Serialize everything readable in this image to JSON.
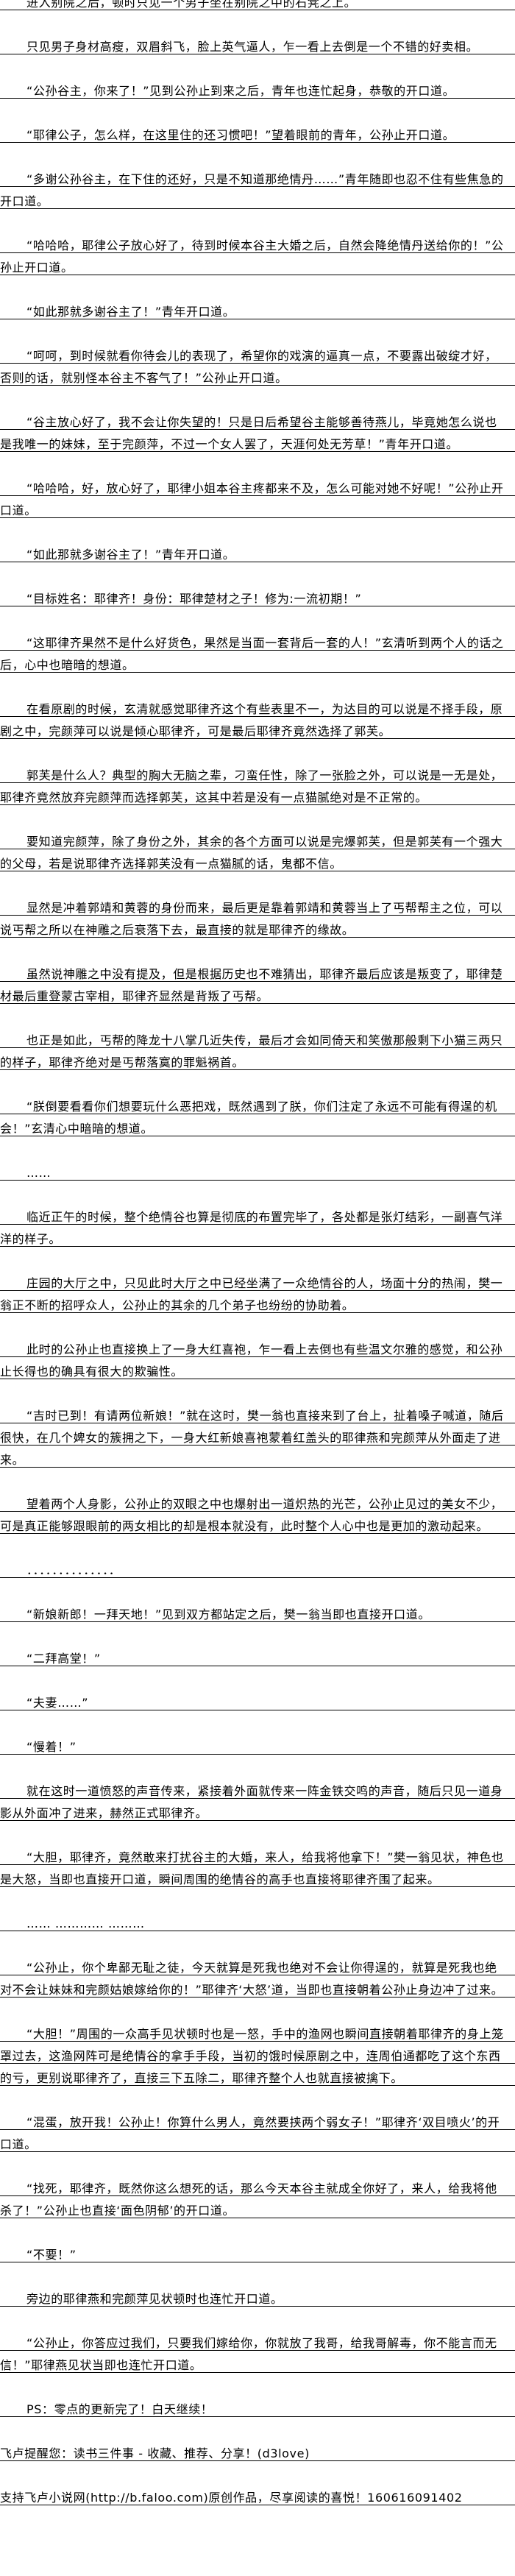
{
  "document": {
    "paragraphs": [
      {
        "text": "进入别院之后，顿时只见一个男子坐在别院之中的石凳之上。",
        "indent": true
      },
      {
        "text": "只见男子身材高瘦，双眉斜飞，脸上英气逼人，乍一看上去倒是一个不错的好卖相。",
        "indent": true
      },
      {
        "text": "“公孙谷主，你来了！”见到公孙止到来之后，青年也连忙起身，恭敬的开口道。",
        "indent": true
      },
      {
        "text": "“耶律公子，怎么样，在这里住的还习惯吧！”望着眼前的青年，公孙止开口道。",
        "indent": true
      },
      {
        "text": "“多谢公孙谷主，在下住的还好，只是不知道那绝情丹……”青年随即也忍不住有些焦急的开口道。",
        "indent": true
      },
      {
        "text": "“哈哈哈，耶律公子放心好了，待到时候本谷主大婚之后，自然会降绝情丹送给你的！”公孙止开口道。",
        "indent": true
      },
      {
        "text": "“如此那就多谢谷主了！”青年开口道。",
        "indent": true
      },
      {
        "text": "“呵呵，到时候就看你待会儿的表现了，希望你的戏演的逼真一点，不要露出破绽才好，否则的话，就别怪本谷主不客气了！”公孙止开口道。",
        "indent": true
      },
      {
        "text": "“谷主放心好了，我不会让你失望的！只是日后希望谷主能够善待燕儿，毕竟她怎么说也是我唯一的妹妹，至于完颜萍，不过一个女人罢了，天涯何处无芳草！”青年开口道。",
        "indent": true
      },
      {
        "text": "“哈哈哈，好，放心好了，耶律小姐本谷主疼都来不及，怎么可能对她不好呢！”公孙止开口道。",
        "indent": true
      },
      {
        "text": "“如此那就多谢谷主了！”青年开口道。",
        "indent": true
      },
      {
        "text": "“目标姓名：耶律齐！身份：耶律楚材之子！修为:一流初期！”",
        "indent": true
      },
      {
        "text": "“这耶律齐果然不是什么好货色，果然是当面一套背后一套的人！”玄清听到两个人的话之后，心中也暗暗的想道。",
        "indent": true
      },
      {
        "text": "在看原剧的时候，玄清就感觉耶律齐这个有些表里不一，为达目的可以说是不择手段，原剧之中，完颜萍可以说是倾心耶律齐，可是最后耶律齐竟然选择了郭芙。",
        "indent": true
      },
      {
        "text": "郭芙是什么人？典型的胸大无脑之辈，刁蛮任性，除了一张脸之外，可以说是一无是处，耶律齐竟然放弃完颜萍而选择郭芙，这其中若是没有一点猫腻绝对是不正常的。",
        "indent": true
      },
      {
        "text": "要知道完颜萍，除了身份之外，其余的各个方面可以说是完爆郭芙，但是郭芙有一个强大的父母，若是说耶律齐选择郭芙没有一点猫腻的话，鬼都不信。",
        "indent": true
      },
      {
        "text": "显然是冲着郭靖和黄蓉的身份而来，最后更是靠着郭靖和黄蓉当上了丐帮帮主之位，可以说丐帮之所以在神雕之后衰落下去，最直接的就是耶律齐的缘故。",
        "indent": true
      },
      {
        "text": "虽然说神雕之中没有提及，但是根据历史也不难猜出，耶律齐最后应该是叛变了，耶律楚材最后重登蒙古宰相，耶律齐显然是背叛了丐帮。",
        "indent": true
      },
      {
        "text": "也正是如此，丐帮的降龙十八掌几近失传，最后才会如同倚天和笑傲那般剩下小猫三两只的样子，耶律齐绝对是丐帮落寞的罪魁祸首。",
        "indent": true
      },
      {
        "text": "“朕倒要看看你们想要玩什么恶把戏，既然遇到了朕，你们注定了永远不可能有得逞的机会！”玄清心中暗暗的想道。",
        "indent": true
      },
      {
        "text": "……",
        "indent": true
      },
      {
        "text": "临近正午的时候，整个绝情谷也算是彻底的布置完毕了，各处都是张灯结彩，一副喜气洋洋的样子。",
        "indent": true
      },
      {
        "text": "庄园的大厅之中，只见此时大厅之中已经坐满了一众绝情谷的人，场面十分的热闹，樊一翁正不断的招呼众人，公孙止的其余的几个弟子也纷纷的协助着。",
        "indent": true
      },
      {
        "text": "此时的公孙止也直接换上了一身大红喜袍，乍一看上去倒也有些温文尔雅的感觉，和公孙止长得也的确具有很大的欺骗性。",
        "indent": true
      },
      {
        "text": "“吉时已到！有请两位新娘！”就在这时，樊一翁也直接来到了台上，扯着嗓子喊道，随后很快，在几个婢女的簇拥之下，一身大红新娘喜袍蒙着红盖头的耶律燕和完颜萍从外面走了进来。",
        "indent": true
      },
      {
        "text": "望着两个人身影，公孙止的双眼之中也爆射出一道炽热的光芒，公孙止见过的美女不少，可是真正能够跟眼前的两女相比的却是根本就没有，此时整个人心中也是更加的激动起来。",
        "indent": true
      },
      {
        "text": "．．．．．．．．．．．．．．",
        "indent": true
      },
      {
        "text": "“新娘新郎！一拜天地！”见到双方都站定之后，樊一翁当即也直接开口道。",
        "indent": true
      },
      {
        "text": "“二拜高堂！”",
        "indent": true
      },
      {
        "text": "“夫妻……”",
        "indent": true
      },
      {
        "text": "“慢着！”",
        "indent": true
      },
      {
        "text": "就在这时一道愤怒的声音传来，紧接着外面就传来一阵金铁交鸣的声音，随后只见一道身影从外面冲了进来，赫然正式耶律齐。",
        "indent": true
      },
      {
        "text": "“大胆，耶律齐，竟然敢来打扰谷主的大婚，来人，给我将他拿下！”樊一翁见状，神色也是大怒，当即也直接开口道，瞬间周围的绝情谷的高手也直接将耶律齐围了起来。",
        "indent": true
      },
      {
        "text": "…… ………… ………",
        "indent": true
      },
      {
        "text": "“公孙止，你个卑鄙无耻之徒，今天就算是死我也绝对不会让你得逞的，就算是死我也绝对不会让妹妹和完颜姑娘嫁给你的！”耶律齐‘大怒’道，当即也直接朝着公孙止身边冲了过来。",
        "indent": true
      },
      {
        "text": "“大胆！”周围的一众高手见状顿时也是一怒，手中的渔网也瞬间直接朝着耶律齐的身上笼罩过去，这渔网阵可是绝情谷的拿手手段，当初的饿时候原剧之中，连周伯通都吃了这个东西的亏，更别说耶律齐了，直接三下五除二，耶律齐整个人也就直接被擒下。",
        "indent": true
      },
      {
        "text": "“混蛋，放开我！公孙止！你算什么男人，竟然要挟两个弱女子！”耶律齐‘双目喷火’的开口道。",
        "indent": true
      },
      {
        "text": "“找死，耶律齐，既然你这么想死的话，那么今天本谷主就成全你好了，来人，给我将他杀了！”公孙止也直接‘面色阴郁’的开口道。",
        "indent": true
      },
      {
        "text": "“不要！”",
        "indent": true
      },
      {
        "text": "旁边的耶律燕和完颜萍见状顿时也连忙开口道。",
        "indent": true
      },
      {
        "text": "“公孙止，你答应过我们，只要我们嫁给你，你就放了我哥，给我哥解毒，你不能言而无信！”耶律燕见状当即也连忙开口道。",
        "indent": true
      },
      {
        "text": "PS：零点的更新完了！白天继续！",
        "indent": true
      },
      {
        "text": "飞卢提醒您：读书三件事 - 收藏、推荐、分享！(d3love)",
        "indent": false
      },
      {
        "text": "支持飞卢小说网(http://b.faloo.com)原创作品，尽享阅读的喜悦！160616091402",
        "indent": false
      }
    ]
  }
}
